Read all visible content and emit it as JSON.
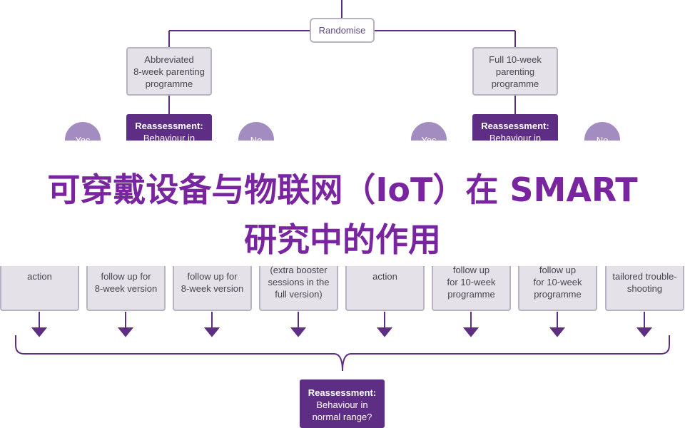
{
  "diagram": {
    "randomise_label": "Randomise",
    "arm_left": "Abbreviated\n8-week parenting\nprogramme",
    "arm_right": "Full 10-week\nparenting\nprogramme",
    "reassess_top_left": {
      "heading": "Reassessment:",
      "text": "Behaviour in"
    },
    "reassess_top_right": {
      "heading": "Reassessment:",
      "text": "Behaviour in"
    },
    "circle_labels": [
      "Yes",
      "No",
      "Yes",
      "No"
    ],
    "bottom_boxes": [
      "action",
      "follow up for\n8-week version",
      "follow up for\n8-week version",
      "(extra booster\nsessions in the\nfull version)",
      "action",
      "follow up\nfor 10-week\nprogramme",
      "follow up\nfor 10-week\nprogramme",
      "tailored trouble-\nshooting"
    ],
    "final_reassess": {
      "heading": "Reassessment:",
      "text": "Behaviour in\nnormal range?"
    }
  },
  "overlay": {
    "title_line1": "可穿戴设备与物联网（IoT）在 SMART",
    "title_line2": "研究中的作用"
  },
  "colors": {
    "purple_dark": "#5e2d84",
    "purple_light": "#a28cc0",
    "box_fill": "#e4e1e8",
    "box_border": "#b9b2c3",
    "title": "#7a25a0"
  }
}
